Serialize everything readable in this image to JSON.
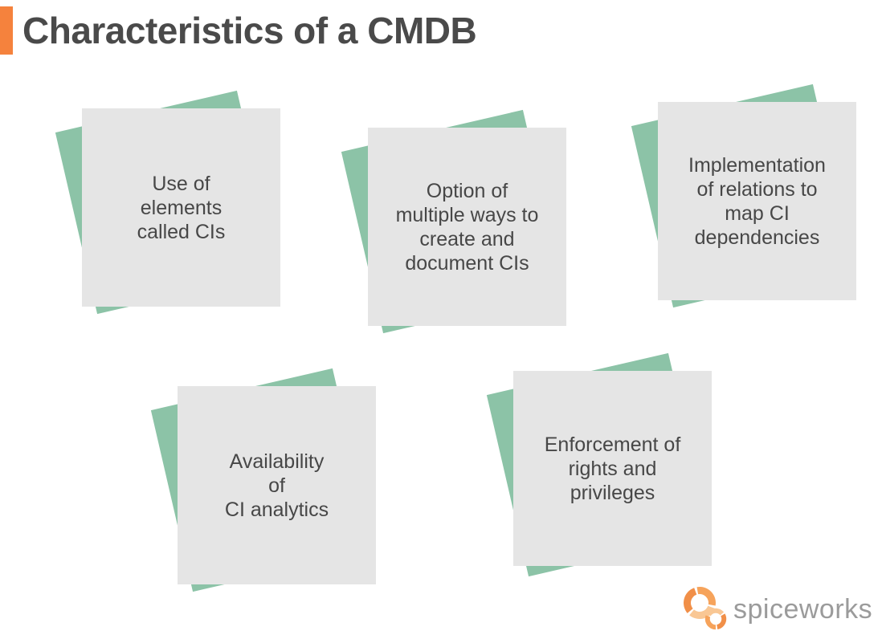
{
  "header": {
    "title": "Characteristics of a CMDB",
    "accent_color": "#F5823D",
    "title_color": "#4A4A4A"
  },
  "cards": [
    {
      "text": "Use of\nelements\ncalled CIs"
    },
    {
      "text": "Option of\nmultiple ways to\ncreate and\ndocument CIs"
    },
    {
      "text": "Implementation\nof relations to\nmap CI\ndependencies"
    },
    {
      "text": "Availability\nof\nCI analytics"
    },
    {
      "text": "Enforcement of\nrights and\nprivileges"
    }
  ],
  "card_style": {
    "face_color": "#E5E5E5",
    "back_color": "#8CC3A7",
    "text_color": "#474747"
  },
  "footer": {
    "brand_wordmark": "spiceworks",
    "brand_text_color": "#9B9B9B",
    "logo_icon": "spiceworks-pinwheel-icon",
    "logo_orange_light": "#F9C794",
    "logo_orange_mid": "#F6A35B",
    "logo_orange_dark": "#F18F48"
  }
}
